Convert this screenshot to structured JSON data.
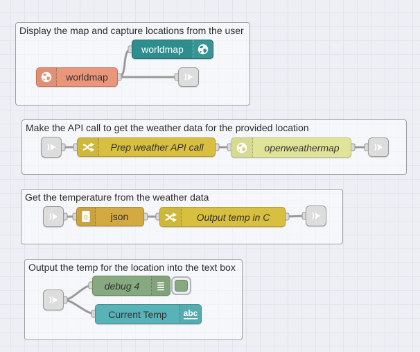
{
  "editor": {
    "type_label": "flow-editor",
    "colors": {
      "canvas_bg": "#edeff4",
      "grid_line": "#e2e4ed",
      "wire": "#999999",
      "port_fill": "#d9d9d9",
      "worldmap_teal": "#2e8e8e",
      "worldmap_salmon": "#e9967a",
      "function_yellow": "#d8bf3f",
      "openweathermap_yellow": "#e0e498",
      "json_gold": "#d3a942",
      "debug_green": "#87a980",
      "ui_text_teal": "#58b3b8",
      "link_gray": "#dddddd"
    }
  },
  "groups": [
    {
      "title": "Display the map and capture locations from the user"
    },
    {
      "title": "Make the API call to get the weather data for the provided location"
    },
    {
      "title": "Get the temperature from the weather data"
    },
    {
      "title": "Output the temp for the location into the text box"
    }
  ],
  "nodes": {
    "worldmap_out": {
      "label": "worldmap"
    },
    "worldmap_in": {
      "label": "worldmap"
    },
    "func_prep": {
      "label": "Prep weather API call"
    },
    "openweathermap": {
      "label": "openweathermap"
    },
    "json": {
      "label": "json"
    },
    "func_temp": {
      "label": "Output temp in C"
    },
    "debug": {
      "label": "debug 4"
    },
    "ui_text": {
      "label": "Current Temp"
    }
  },
  "icons": {
    "abc_label": "abc"
  }
}
